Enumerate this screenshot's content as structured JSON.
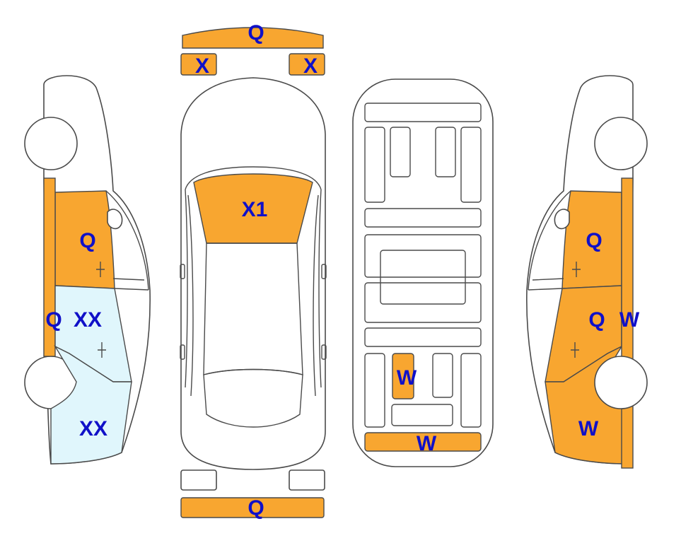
{
  "colors": {
    "damage": "#F8A630",
    "light_damage": "#E0F6FC",
    "label": "#1010C8",
    "outline": "#4a4a4a"
  },
  "labels": {
    "front_bumper": "Q",
    "left_headlight": "X",
    "right_headlight": "X",
    "windshield": "X1",
    "rear_bumper": "Q",
    "left_front_door": "Q",
    "left_pillar": "Q",
    "left_rear_door": "XX",
    "left_rear_quarter": "XX",
    "right_front_door": "Q",
    "right_rear_door": "Q",
    "right_pillar": "W",
    "right_rear_quarter": "W",
    "underbody_part": "W",
    "underbody_rear": "W"
  }
}
